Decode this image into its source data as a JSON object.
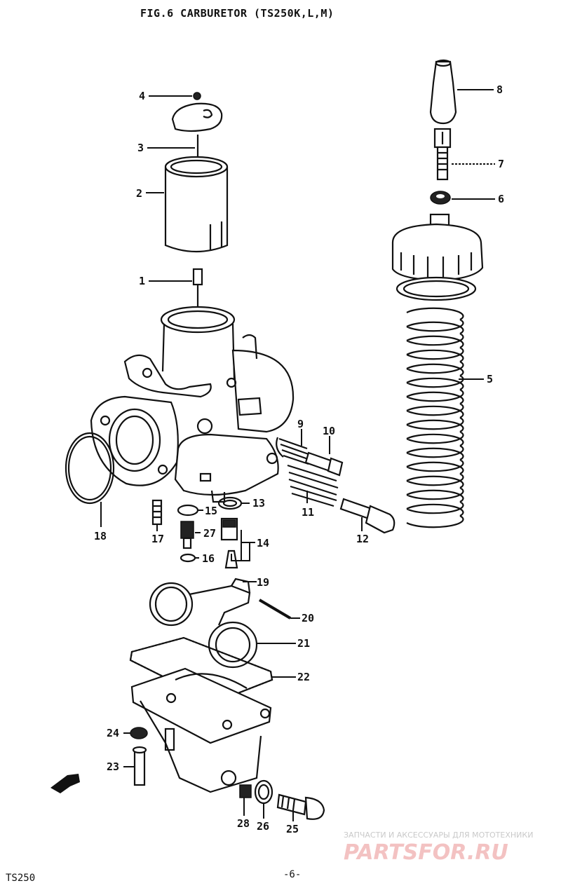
{
  "header": {
    "title": "FIG.6  CARBURETOR (TS250K,L,M)"
  },
  "footer": {
    "model": "TS250",
    "page": "-6-"
  },
  "watermark": {
    "tagline": "ЗАПЧАСТИ И АКСЕССУАРЫ ДЛЯ МОТОТЕХНИКИ",
    "logo": "PARTSFOR.RU"
  },
  "callouts": [
    {
      "id": "p1",
      "label": "1"
    },
    {
      "id": "p2",
      "label": "2"
    },
    {
      "id": "p3",
      "label": "3"
    },
    {
      "id": "p4",
      "label": "4"
    },
    {
      "id": "p5",
      "label": "5"
    },
    {
      "id": "p6",
      "label": "6"
    },
    {
      "id": "p7",
      "label": "7"
    },
    {
      "id": "p8",
      "label": "8"
    },
    {
      "id": "p9",
      "label": "9"
    },
    {
      "id": "p10",
      "label": "10"
    },
    {
      "id": "p11",
      "label": "11"
    },
    {
      "id": "p12",
      "label": "12"
    },
    {
      "id": "p13",
      "label": "13"
    },
    {
      "id": "p14",
      "label": "14"
    },
    {
      "id": "p15",
      "label": "15"
    },
    {
      "id": "p16",
      "label": "16"
    },
    {
      "id": "p17",
      "label": "17"
    },
    {
      "id": "p18",
      "label": "18"
    },
    {
      "id": "p19",
      "label": "19"
    },
    {
      "id": "p20",
      "label": "20"
    },
    {
      "id": "p21",
      "label": "21"
    },
    {
      "id": "p22",
      "label": "22"
    },
    {
      "id": "p23",
      "label": "23"
    },
    {
      "id": "p24",
      "label": "24"
    },
    {
      "id": "p25",
      "label": "25"
    },
    {
      "id": "p26",
      "label": "26"
    },
    {
      "id": "p27",
      "label": "27"
    },
    {
      "id": "p28",
      "label": "28"
    }
  ]
}
